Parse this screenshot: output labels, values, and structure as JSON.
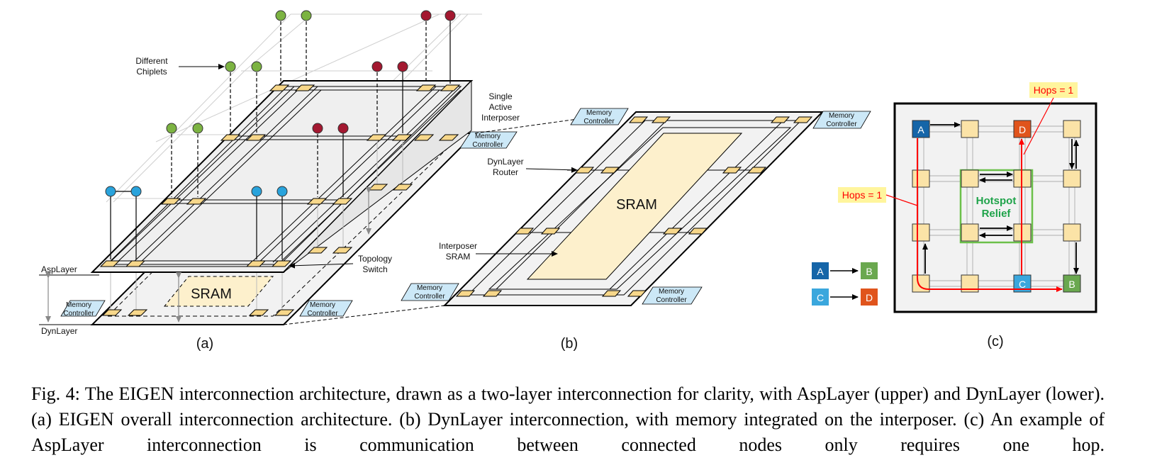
{
  "panel_a": {
    "annotation_chiplets": "Different\nChiplets",
    "annotation_interposer": "Single\nActive\nInterposer",
    "layer_upper": "AspLayer",
    "layer_lower": "DynLayer",
    "sram": "SRAM",
    "topology_switch": "Topology\nSwitch",
    "memory_controller": "Memory\nController",
    "sublabel": "(a)"
  },
  "panel_b": {
    "router": "DynLayer\nRouter",
    "interposer_sram": "Interposer\nSRAM",
    "sram": "SRAM",
    "memory_controller": "Memory\nController",
    "sublabel": "(b)"
  },
  "panel_c": {
    "hops_top": "Hops = 1",
    "hops_left": "Hops = 1",
    "hotspot": "Hotspot\nRelief",
    "node_a": "A",
    "node_b": "B",
    "node_c": "C",
    "node_d": "D",
    "sublabel": "(c)"
  },
  "legend": [
    {
      "from": "A",
      "to": "B"
    },
    {
      "from": "C",
      "to": "D"
    }
  ],
  "colors": {
    "node_a": "#1565a8",
    "node_b": "#6aa84f",
    "node_c": "#3aa7dd",
    "node_d": "#e0541c",
    "node_plain": "#fbe3a7",
    "chiplet_green": "#7cb342",
    "chiplet_red": "#a31830",
    "chiplet_blue": "#29a3dc",
    "router": "#f7d78a",
    "memctrl": "#cce8f7",
    "sram": "#fdf0cc",
    "hops": "#ff0000",
    "hotspot": "#1fa34a"
  },
  "caption": "Fig. 4: The EIGEN interconnection architecture, drawn as a two-layer interconnection for clarity, with AspLayer (upper) and DynLayer (lower). (a) EIGEN overall interconnection architecture. (b) DynLayer interconnection, with memory integrated on the interposer. (c) An example of AspLayer interconnection is communication between connected nodes only requires one hop."
}
